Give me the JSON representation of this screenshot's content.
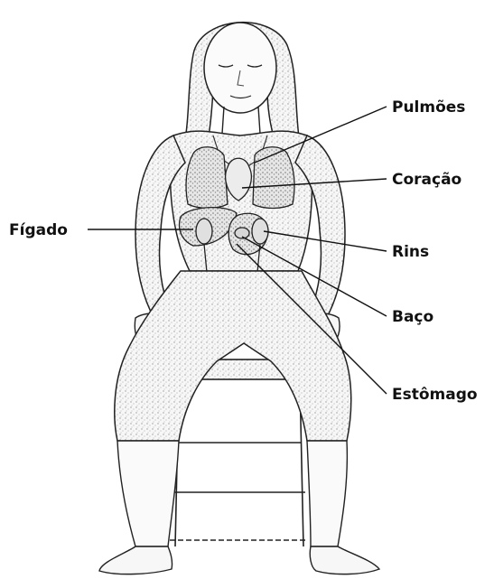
{
  "labels": {
    "lungs": "Pulmões",
    "heart": "Coração",
    "liver": "Fígado",
    "kidneys": "Rins",
    "spleen": "Baço",
    "stomach": "Estômago"
  },
  "colors": {
    "ink": "#1a1a1a",
    "shade": "#bdbdbd",
    "skin": "#f4f4f4"
  }
}
